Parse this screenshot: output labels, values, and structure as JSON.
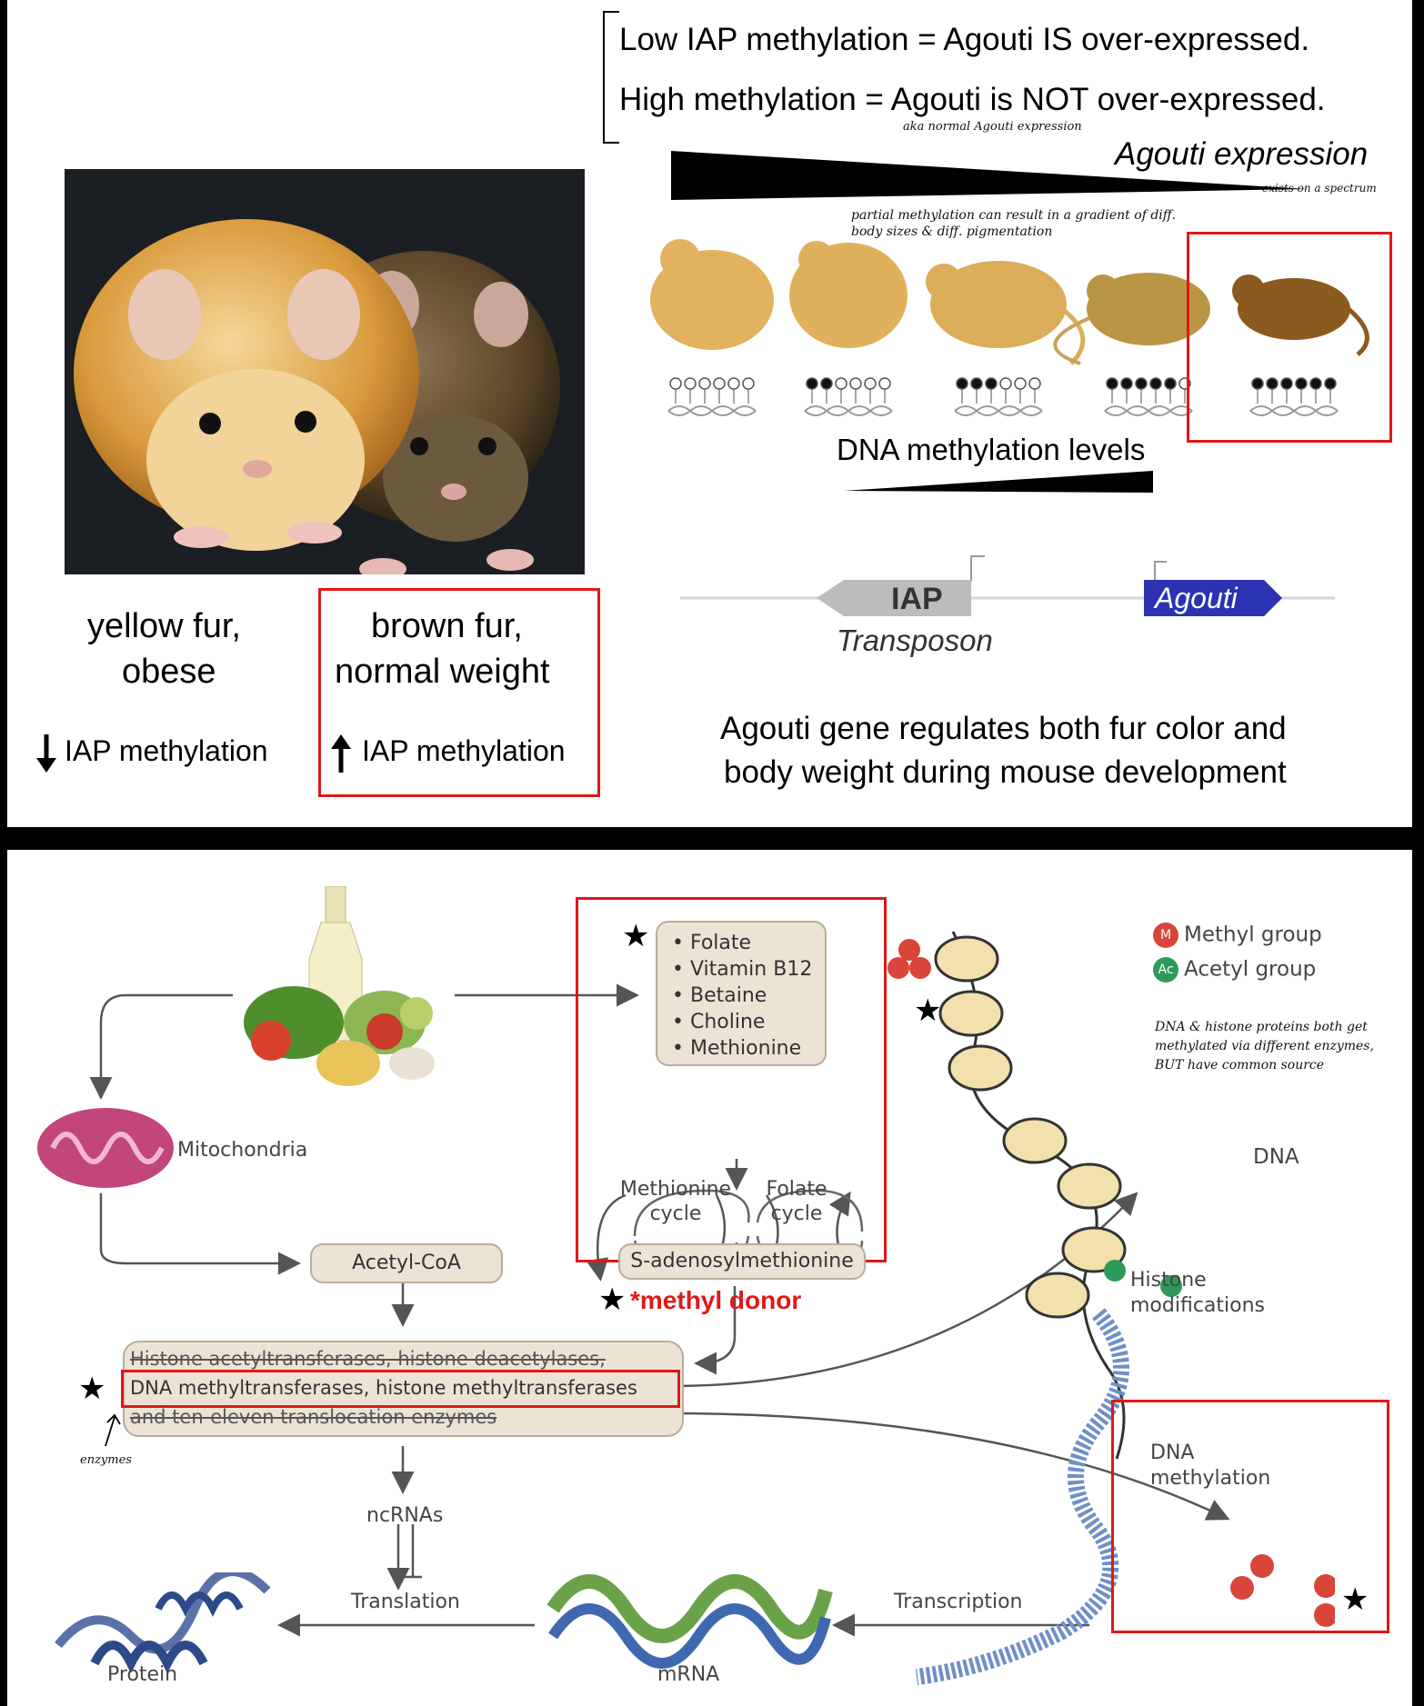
{
  "top": {
    "note_line1": "Low IAP methylation = Agouti IS over-expressed.",
    "note_line2": "High methylation = Agouti is NOT over-expressed.",
    "hand_aka": "aka normal Agouti expression",
    "agouti_expression_label": "Agouti expression",
    "hand_spectrum": "exists on a spectrum",
    "hand_partial": "partial methylation can result in a gradient of diff. body sizes & diff. pigmentation",
    "dna_methylation_levels": "DNA methylation levels",
    "iap_label": "IAP",
    "transposon_label": "Transposon",
    "agouti_gene_label": "Agouti",
    "yellow_caption_1": "yellow fur,",
    "yellow_caption_2": "obese",
    "brown_caption_1": "brown fur,",
    "brown_caption_2": "normal weight",
    "down_iap": "IAP methylation",
    "up_iap": "IAP methylation",
    "regulates_1": "Agouti gene regulates both fur color and",
    "regulates_2": "body weight during mouse development",
    "methylation_levels": [
      0,
      2,
      3,
      5,
      6
    ],
    "mouse_colors": [
      "#e2b25e",
      "#e0b15d",
      "#dbad5a",
      "#b89645",
      "#8b5a1e"
    ]
  },
  "bottom": {
    "mitochondria": "Mitochondria",
    "nutrients": [
      "Folate",
      "Vitamin B12",
      "Betaine",
      "Choline",
      "Methionine"
    ],
    "methionine_cycle": "Methionine cycle",
    "folate_cycle": "Folate cycle",
    "acetyl_coa": "Acetyl-CoA",
    "sam": "S-adenosylmethionine",
    "methyl_donor": "*methyl donor",
    "enzyme_line1": "Histone acetyltransferases, histone deacetylases,",
    "enzyme_line2": "DNA methyltransferases, histone methyltransferases",
    "enzyme_line3": "and ten-eleven translocation enzymes",
    "hand_enzymes": "enzymes",
    "ncrnas": "ncRNAs",
    "translation": "Translation",
    "transcription": "Transcription",
    "protein": "Protein",
    "mrna": "mRNA",
    "legend_methyl": "Methyl group",
    "legend_acetyl": "Acetyl group",
    "legend_m": "M",
    "legend_ac": "Ac",
    "hand_dna_note": "DNA & histone proteins both get methylated via different enzymes, BUT have common source",
    "dna_label": "DNA",
    "histone_mods": "Histone modifications",
    "dna_methylation": "DNA methylation",
    "colors": {
      "red_box": "#e01818",
      "agouti_blue": "#2b33b3",
      "methyl_red": "#d9453a",
      "acetyl_green": "#2e9a5a"
    }
  }
}
